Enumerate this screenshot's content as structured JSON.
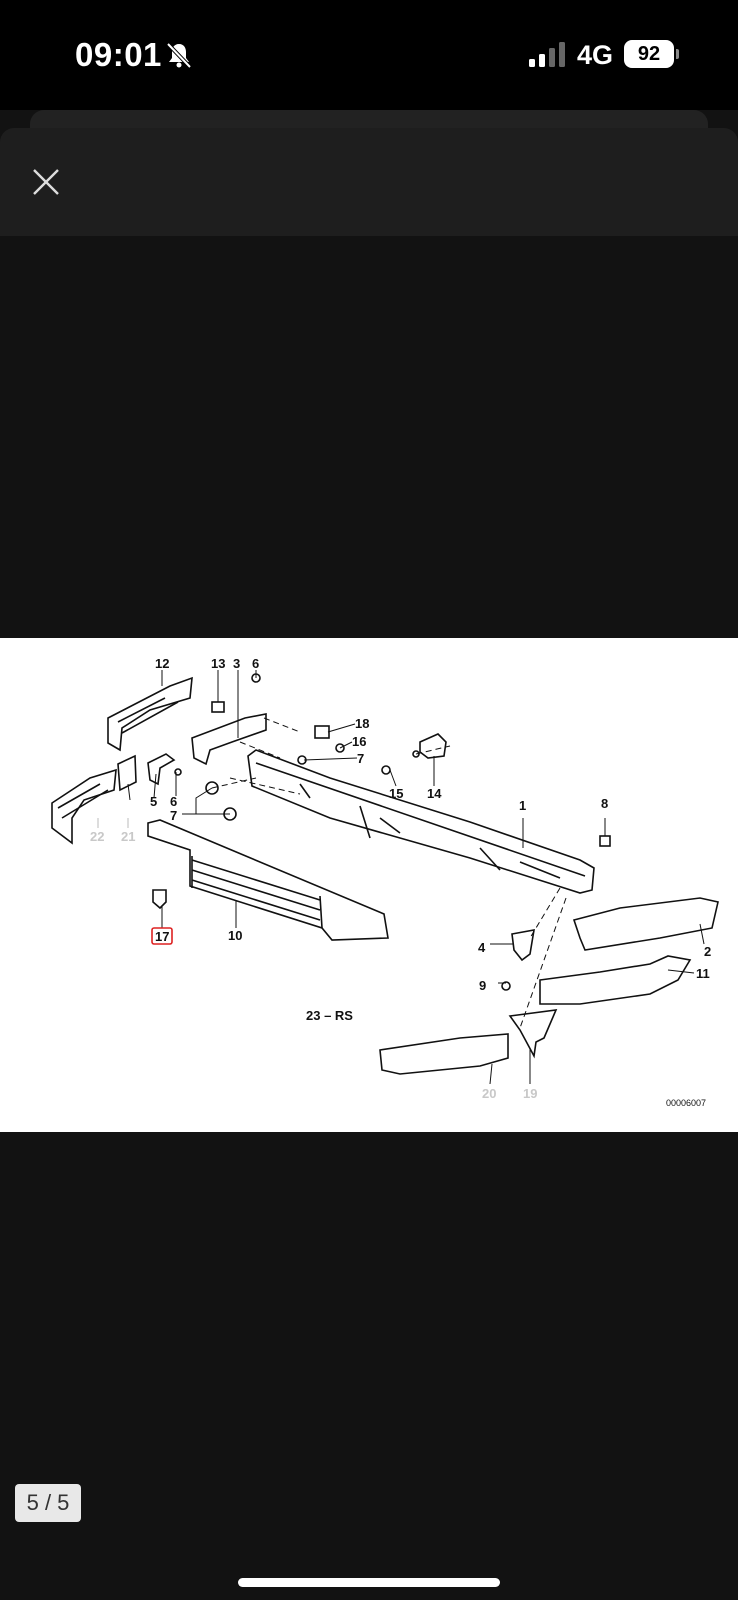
{
  "status_bar": {
    "time": "09:01",
    "network": "4G",
    "battery": "92"
  },
  "viewer": {
    "counter": "5 / 5"
  },
  "diagram": {
    "labels": [
      "12",
      "13",
      "3",
      "6",
      "18",
      "16",
      "7",
      "5",
      "6",
      "7",
      "22",
      "21",
      "15",
      "14",
      "1",
      "8",
      "17",
      "10",
      "4",
      "2",
      "9",
      "11",
      "23 – RS",
      "20",
      "19",
      "00006007"
    ]
  }
}
